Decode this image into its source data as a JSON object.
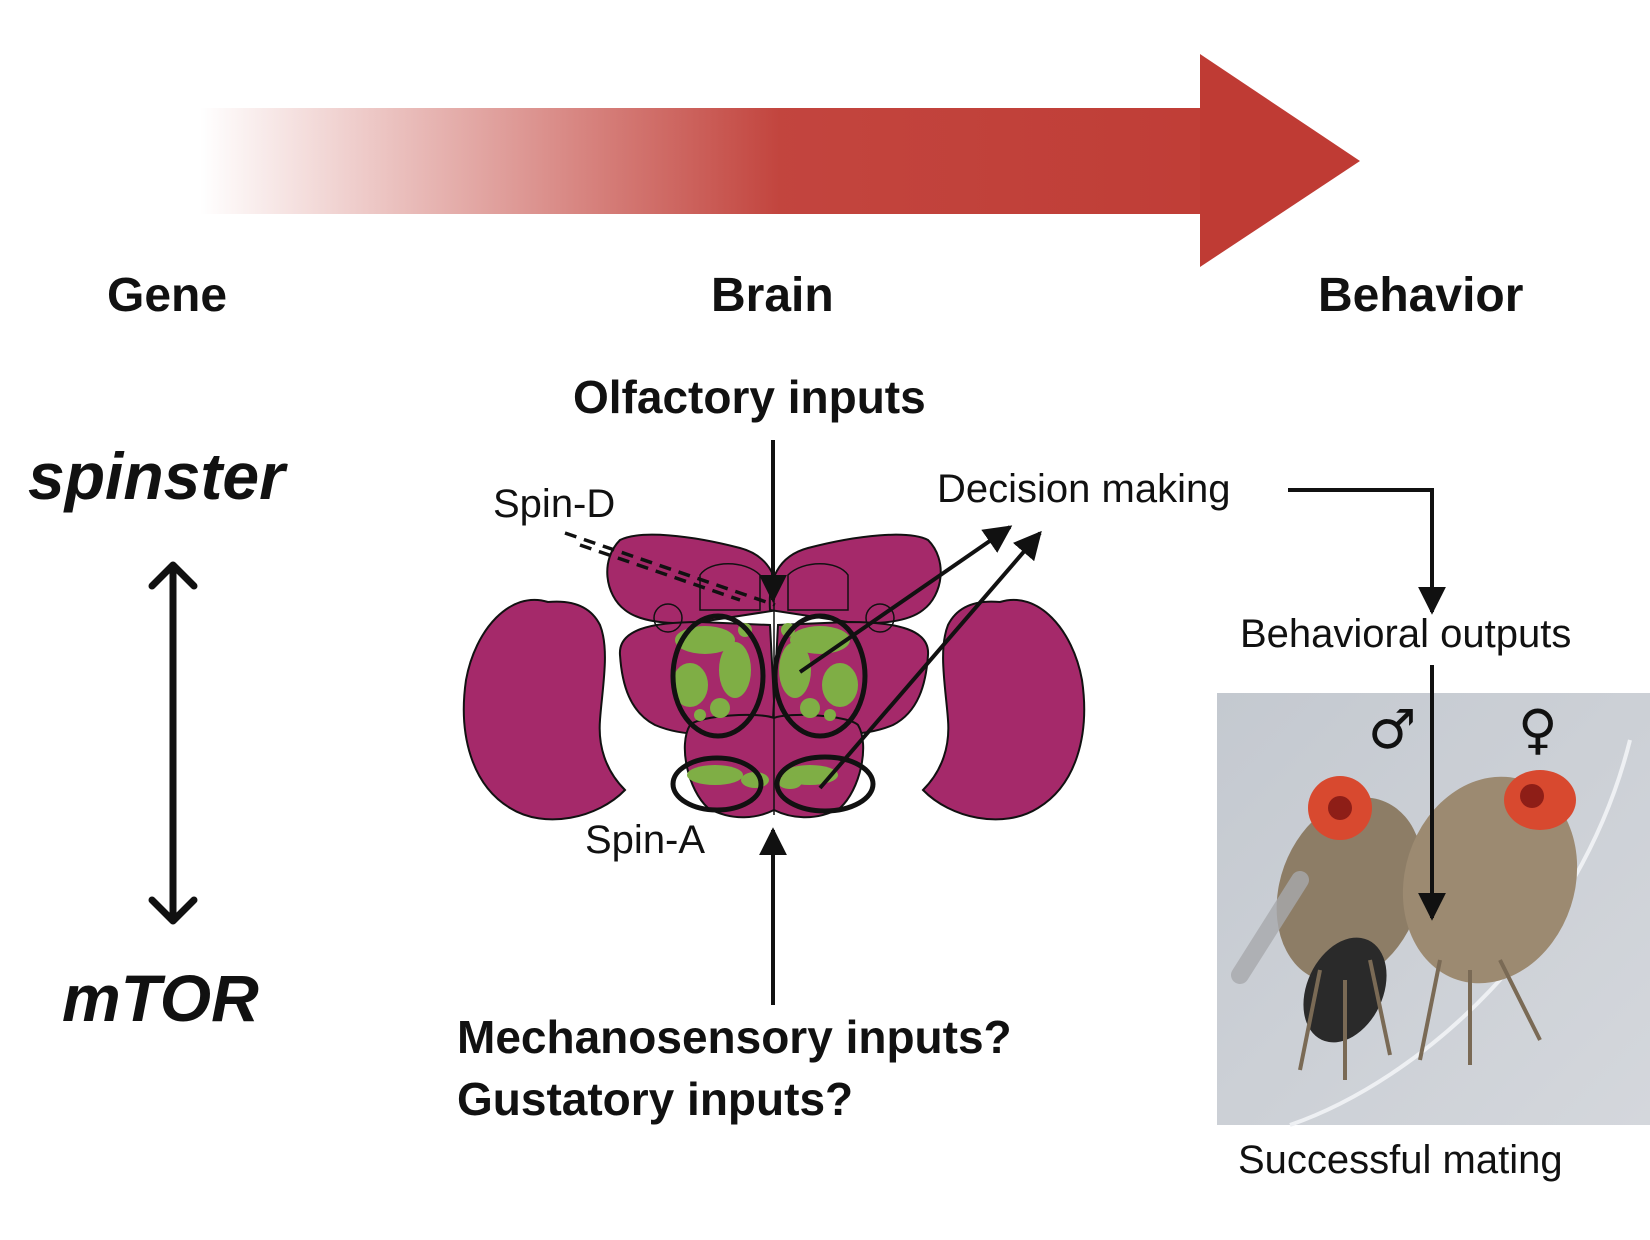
{
  "stages": {
    "gene": "Gene",
    "brain": "Brain",
    "behavior": "Behavior"
  },
  "genes": {
    "top": "spinster",
    "bottom": "mTOR"
  },
  "inputs": {
    "olfactory": "Olfactory inputs",
    "mechanosensory": "Mechanosensory inputs?",
    "gustatory": "Gustatory inputs?"
  },
  "neurons": {
    "spin_d": "Spin-D",
    "spin_a": "Spin-A"
  },
  "processing": {
    "decision": "Decision making",
    "outputs": "Behavioral outputs",
    "result": "Successful mating"
  },
  "symbols": {
    "male": "♂",
    "female": "♀"
  },
  "colors": {
    "arrow": "#bf3b34",
    "brain": "#a5296a",
    "neurons": "#7fae45",
    "photo_bg": "#c9cdd4"
  }
}
